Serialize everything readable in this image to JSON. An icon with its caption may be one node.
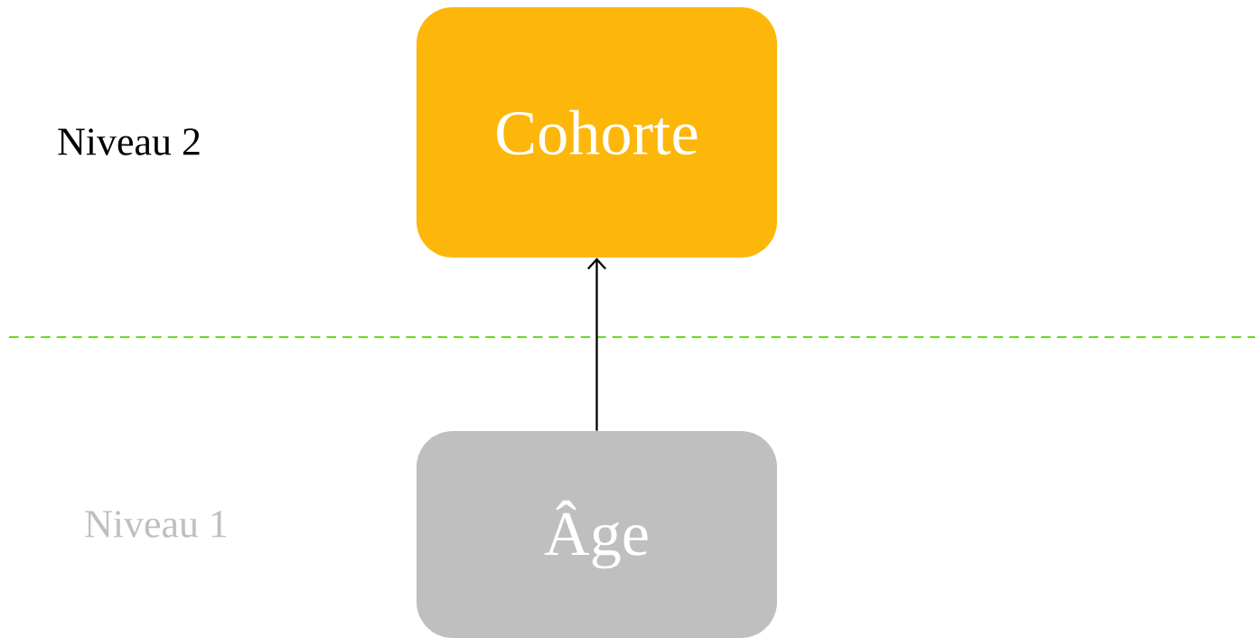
{
  "diagram": {
    "nodes": [
      {
        "text": [
          "Cohorte"
        ]
      },
      {
        "text": [
          "Âge"
        ]
      }
    ],
    "edges": [
      {
        "from": 1,
        "to": 0,
        "arrow": "to"
      }
    ],
    "labels": [
      "Niveau 2",
      "Niveau 1"
    ]
  }
}
